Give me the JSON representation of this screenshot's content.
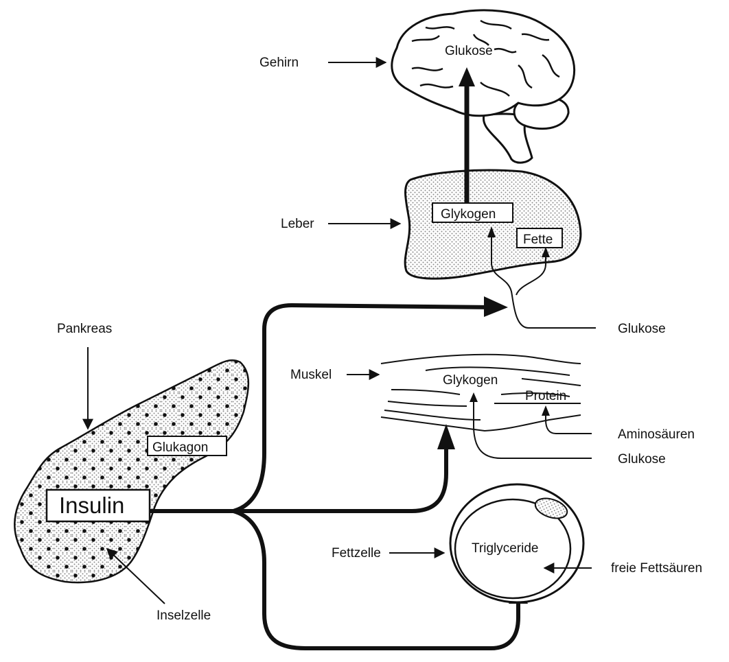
{
  "labels": {
    "gehirn": "Gehirn",
    "glukose_brain": "Glukose",
    "leber": "Leber",
    "glykogen_liver": "Glykogen",
    "fette": "Fette",
    "glukose_liver_in": "Glukose",
    "pankreas": "Pankreas",
    "glukagon": "Glukagon",
    "insulin": "Insulin",
    "inselzelle": "Inselzelle",
    "muskel": "Muskel",
    "glykogen_muscle": "Glykogen",
    "protein": "Protein",
    "aminosaeuren": "Aminosäuren",
    "glukose_muscle_in": "Glukose",
    "fettzelle": "Fettzelle",
    "triglyceride": "Triglyceride",
    "freie_fettsaeuren": "freie Fettsäuren"
  },
  "colors": {
    "ink": "#111111",
    "stipple": "#9a9a9a",
    "organ_fill": "#bdbdbd",
    "background": "#ffffff"
  }
}
